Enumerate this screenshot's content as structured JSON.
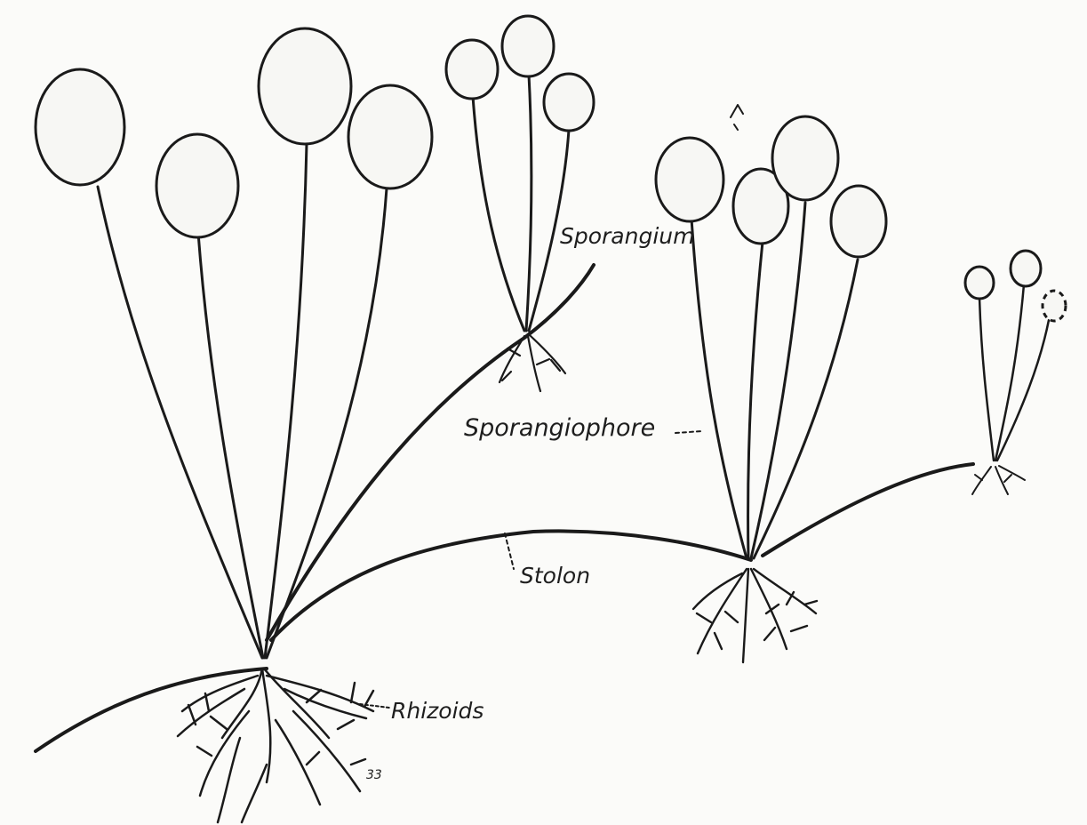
{
  "labels": {
    "sporangium": "Sporangium",
    "sporangiophore": "Sporangiophore",
    "stolon": "Stolon",
    "rhizoids": "Rhizoids",
    "figure_mark": "33"
  },
  "colors": {
    "ink": "#1a1a1a",
    "paper": "#fbfbf9",
    "sporangium_fill": "#f7f7f4"
  }
}
